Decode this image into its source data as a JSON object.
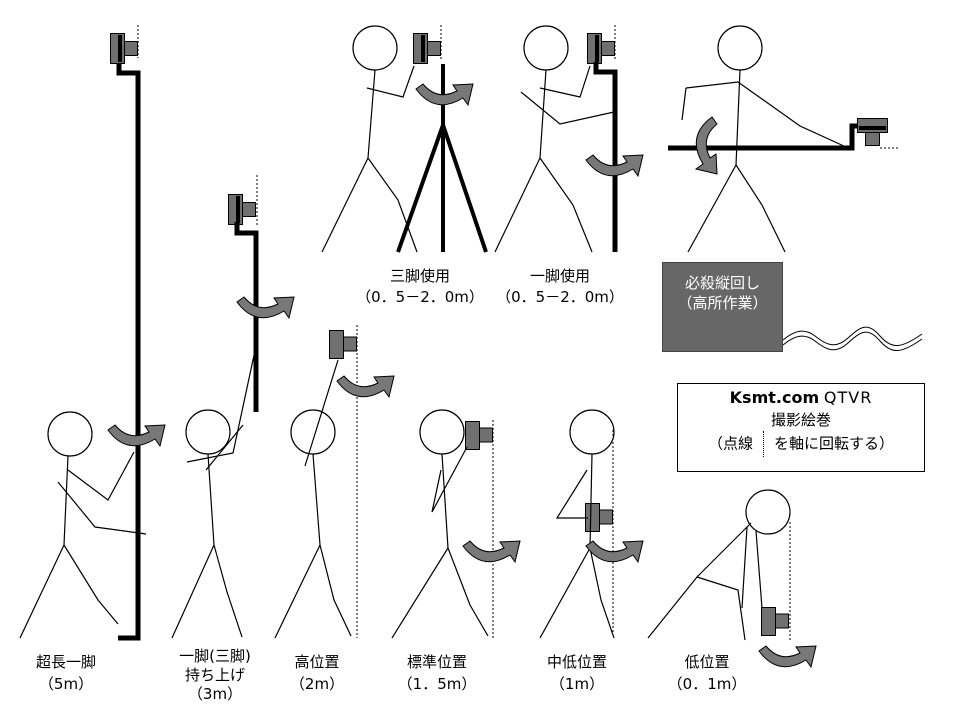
{
  "colors": {
    "camera": "#707070",
    "arrow": "#787878",
    "box": "#676767",
    "box_text": "#ffffff"
  },
  "tripod": {
    "label": "三脚使用",
    "range": "（0．5－2．0m）"
  },
  "monopod": {
    "label": "一脚使用",
    "range": "（0．5－2．0m）"
  },
  "vertical_rotation": {
    "label": "必殺縦回し",
    "note": "（高所作業）"
  },
  "legend": {
    "brand": "Ksmt.com",
    "product": "QTVR",
    "title": "撮影絵巻",
    "note_start": "（点線",
    "note_end": "を軸に回転する）"
  },
  "positions": [
    {
      "label": "超長一脚",
      "height": "（5m）"
    },
    {
      "label": "一脚(三脚)",
      "sub": "持ち上げ",
      "height": "（3m）"
    },
    {
      "label": "高位置",
      "height": "（2m）"
    },
    {
      "label": "標準位置",
      "height": "（1．5m）"
    },
    {
      "label": "中低位置",
      "height": "（1m）"
    },
    {
      "label": "低位置",
      "height": "（0．1m）"
    }
  ],
  "icons": {
    "camera": "camera-icon",
    "rotation": "rotation-arrow-icon"
  }
}
